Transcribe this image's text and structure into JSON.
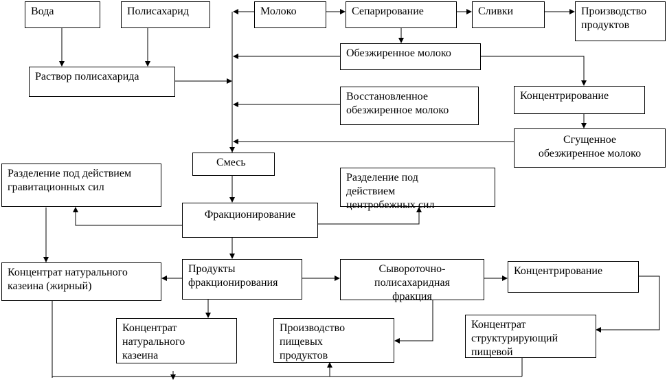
{
  "nodes": {
    "voda": "Вода",
    "polysaccharide": "Полисахарид",
    "moloko": "Молоко",
    "separation": "Сепарирование",
    "slivki": "Сливки",
    "production_top": "Производство\nпродуктов",
    "skim_milk": "Обезжиренное молоко",
    "polysaccharide_solution": "Раствор полисахарида",
    "restored_skim": "Восстановленное\nобезжиренное молоко",
    "concentration_top": "Концентрирование",
    "condensed_skim": "Сгущенное\nобезжиренное молоко",
    "mixture": "Смесь",
    "gravity_separation": "Разделение под действием\nгравитационных сил",
    "centrifugal_separation": "Разделение под\nдействием\nцентробежных сил",
    "fractionation": "Фракционирование",
    "casein_fat": "Концентрат натурального\nказеина (жирный)",
    "fraction_products": "Продукты\nфракционирования",
    "whey_polysaccharide": "Сывороточно-\nполисахаридная\nфракция",
    "concentration_bottom": "Концентрирование",
    "casein_concentrate": "Концентрат\nнатурального\nказеина",
    "food_production": "Производство\nпищевых\nпродуктов",
    "structuring_concentrate": "Концентрат\nструктурирующий\nпищевой"
  },
  "style": {
    "line_color": "#000000",
    "box_border": "#000000",
    "background": "#ffffff"
  }
}
